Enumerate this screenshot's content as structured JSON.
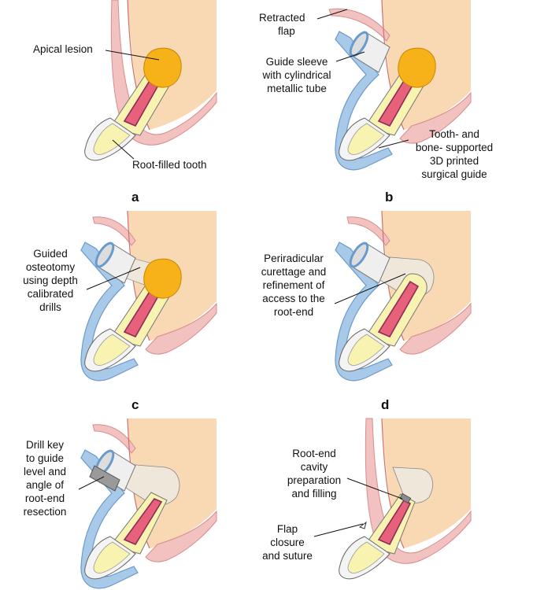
{
  "colors": {
    "bone": "#f9d8b4",
    "gum": "#f2c2c0",
    "gum_edge": "#d98c8c",
    "lesion": "#f7b21a",
    "lesion_edge": "#c98600",
    "root_filling": "#e8617a",
    "pulp_edge": "#8b2b5a",
    "dentin": "#f8f3b0",
    "enamel": "#f4f4f4",
    "guide": "#a9c9e8",
    "guide_edge": "#6a9bcd",
    "osteotomy": "#eee7da",
    "drill_key": "#9a9a9a"
  },
  "panels": [
    {
      "letter": "a",
      "labels": [
        "Apical lesion",
        "Root-filled tooth"
      ]
    },
    {
      "letter": "b",
      "labels": [
        "Retracted flap",
        "Guide sleeve with cylindrical metallic tube",
        "Tooth- and bone- supported 3D printed surgical guide"
      ]
    },
    {
      "letter": "c",
      "labels": [
        "Guided osteotomy using depth calibrated drills"
      ]
    },
    {
      "letter": "d",
      "labels": [
        "Periradicular curettage and refinement of access to the root-end"
      ]
    },
    {
      "letter": "",
      "labels": [
        "Drill key to guide level and angle of root-end resection"
      ]
    },
    {
      "letter": "",
      "labels": [
        "Root-end cavity preparation and filling",
        "Flap closure and suture"
      ]
    }
  ],
  "text": {
    "a_apical": "Apical lesion",
    "a_root": "Root-filled tooth",
    "b_flap_1": "Retracted",
    "b_flap_2": "flap",
    "b_sleeve_1": "Guide sleeve",
    "b_sleeve_2": "with cylindrical",
    "b_sleeve_3": "metallic tube",
    "b_guide_1": "Tooth- and",
    "b_guide_2": "bone- supported",
    "b_guide_3": "3D printed",
    "b_guide_4": "surgical guide",
    "c_1": "Guided",
    "c_2": "osteotomy",
    "c_3": "using depth",
    "c_4": "calibrated",
    "c_5": "drills",
    "d_1": "Periradicular",
    "d_2": "curettage and",
    "d_3": "refinement of",
    "d_4": "access to the",
    "d_5": "root-end",
    "e_1": "Drill key",
    "e_2": "to guide",
    "e_3": "level and",
    "e_4": "angle of",
    "e_5": "root-end",
    "e_6": "resection",
    "f_1": "Root-end",
    "f_2": "cavity",
    "f_3": "preparation",
    "f_4": "and filling",
    "f_5": "Flap",
    "f_6": "closure",
    "f_7": "and suture",
    "letter_a": "a",
    "letter_b": "b",
    "letter_c": "c",
    "letter_d": "d"
  }
}
